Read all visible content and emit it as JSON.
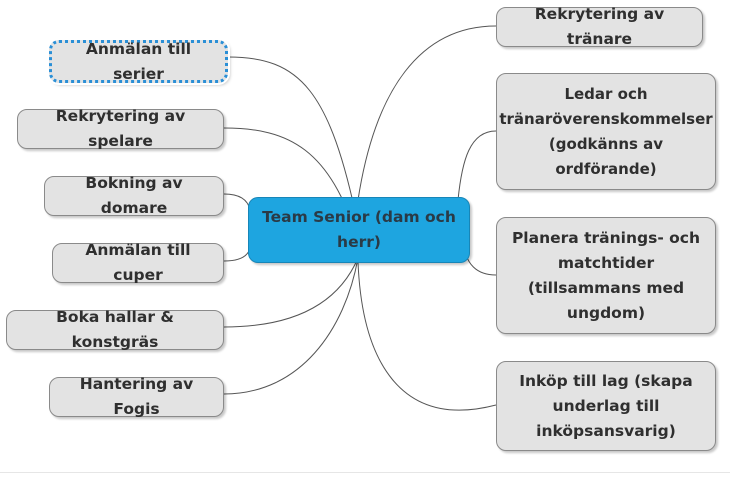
{
  "center": {
    "label": "Team Senior (dam och herr)"
  },
  "left_nodes": [
    {
      "id": "anmalan-serier",
      "label": "Anmälan till serier",
      "selected": true
    },
    {
      "id": "rekrytering-spelare",
      "label": "Rekrytering av spelare"
    },
    {
      "id": "bokning-domare",
      "label": "Bokning av domare"
    },
    {
      "id": "anmalan-cuper",
      "label": "Anmälan till cuper"
    },
    {
      "id": "boka-hallar",
      "label": "Boka hallar & konstgräs"
    },
    {
      "id": "hantering-fogis",
      "label": "Hantering av Fogis"
    }
  ],
  "right_nodes": [
    {
      "id": "rekrytering-tranare",
      "label": "Rekrytering av tränare"
    },
    {
      "id": "ledar-tranaroverens",
      "label": "Ledar och tränaröverenskommelser (godkänns av ordförande)"
    },
    {
      "id": "planera-tider",
      "label": "Planera tränings- och matchtider (tillsammans med ungdom)"
    },
    {
      "id": "inkop-lag",
      "label": "Inköp till lag (skapa underlag till inköpsansvarig)"
    }
  ],
  "colors": {
    "center_fill": "#1ea5e0",
    "node_fill": "#e3e3e3",
    "node_border": "#8a8a8a",
    "link": "#555555",
    "selection": "#2a8fd6"
  }
}
